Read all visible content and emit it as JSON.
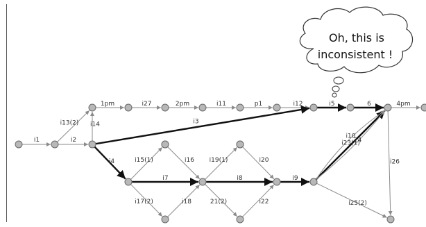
{
  "bubble": {
    "line1": "Oh, this is",
    "line2": "inconsistent !"
  },
  "colors": {
    "node_fill": "#b8b8b8",
    "node_stroke": "#6a6a6a",
    "thin_edge": "#8a8a8a",
    "bold_edge": "#111111"
  },
  "nodes": [
    {
      "id": "n1"
    },
    {
      "id": "n2"
    },
    {
      "id": "n3"
    },
    {
      "id": "n4"
    },
    {
      "id": "n5"
    },
    {
      "id": "n6"
    },
    {
      "id": "n7"
    },
    {
      "id": "n8"
    },
    {
      "id": "n9"
    },
    {
      "id": "n10"
    },
    {
      "id": "n11"
    },
    {
      "id": "n12"
    },
    {
      "id": "n13"
    },
    {
      "id": "n14"
    },
    {
      "id": "n15"
    },
    {
      "id": "n16"
    },
    {
      "id": "n17"
    },
    {
      "id": "n18"
    },
    {
      "id": "n19"
    },
    {
      "id": "n20"
    },
    {
      "id": "n21"
    },
    {
      "id": "n22"
    },
    {
      "id": "n23"
    },
    {
      "id": "n24"
    },
    {
      "id": "n25"
    },
    {
      "id": "n26"
    }
  ],
  "edges": [
    {
      "from": "n1",
      "to": "n2",
      "label": "i1",
      "bold": false
    },
    {
      "from": "n2",
      "to": "n3",
      "label": "i2",
      "bold": false
    },
    {
      "from": "n2",
      "to": "n4",
      "label": "i13(2)",
      "bold": false
    },
    {
      "from": "n3",
      "to": "n4",
      "label": "i14",
      "bold": false
    },
    {
      "from": "n4",
      "to": "n5",
      "label": "1pm",
      "bold": false
    },
    {
      "from": "n5",
      "to": "n6",
      "label": "i27",
      "bold": false
    },
    {
      "from": "n6",
      "to": "n7",
      "label": "2pm",
      "bold": false
    },
    {
      "from": "n7",
      "to": "n8",
      "label": "i11",
      "bold": false
    },
    {
      "from": "n8",
      "to": "n9",
      "label": "p1",
      "bold": false
    },
    {
      "from": "n9",
      "to": "n10",
      "label": "i12",
      "bold": false
    },
    {
      "from": "n3",
      "to": "n10",
      "label": "i3",
      "bold": true
    },
    {
      "from": "n10",
      "to": "n11",
      "label": "i5",
      "bold": true
    },
    {
      "from": "n11",
      "to": "n12",
      "label": "6",
      "bold": true
    },
    {
      "from": "n12",
      "to": "n13",
      "label": "4pm",
      "bold": false
    },
    {
      "from": "n3",
      "to": "n15",
      "label": "i4",
      "bold": true
    },
    {
      "from": "n15",
      "to": "n17",
      "label": "i7",
      "bold": true
    },
    {
      "from": "n17",
      "to": "n19",
      "label": "i8",
      "bold": true
    },
    {
      "from": "n19",
      "to": "n20",
      "label": "i9",
      "bold": true
    },
    {
      "from": "n20",
      "to": "n12",
      "label": "i23(1)",
      "bold": true
    },
    {
      "from": "n15",
      "to": "n14",
      "label": "i15(1)",
      "bold": false
    },
    {
      "from": "n14",
      "to": "n17",
      "label": "i16",
      "bold": false
    },
    {
      "from": "n17",
      "to": "n18",
      "label": "i19(1)",
      "bold": false
    },
    {
      "from": "n18",
      "to": "n19",
      "label": "i20",
      "bold": false
    },
    {
      "from": "n15",
      "to": "n22",
      "label": "i17(2)",
      "bold": false
    },
    {
      "from": "n22",
      "to": "n17",
      "label": "i18",
      "bold": false
    },
    {
      "from": "n17",
      "to": "n23",
      "label": "21(2)",
      "bold": false
    },
    {
      "from": "n23",
      "to": "n19",
      "label": "i22",
      "bold": false
    },
    {
      "from": "n20",
      "to": "n12",
      "label": "i10",
      "bold": false
    },
    {
      "from": "n20",
      "to": "n12",
      "label": "24",
      "bold": false
    },
    {
      "from": "n20",
      "to": "n24",
      "label": "i25(2)",
      "bold": false
    },
    {
      "from": "n12",
      "to": "n24",
      "label": "i26",
      "bold": false
    }
  ]
}
